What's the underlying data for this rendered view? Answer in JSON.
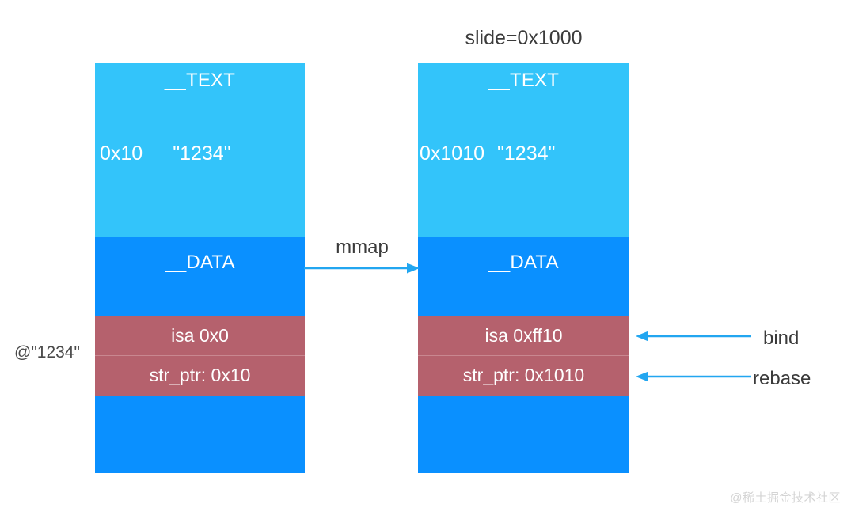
{
  "diagram": {
    "slide_label": "slide=0x1000",
    "mmap_label": "mmap",
    "at_string_label": "@\"1234\"",
    "watermark": "@稀土掘金技术社区",
    "colors": {
      "text_segment": "#33C4FA",
      "data_segment": "#0A90FF",
      "object_band": "#B5616D",
      "arrow": "#22A6F0",
      "label_text": "#3b3b3b",
      "background": "#ffffff"
    },
    "blocks": [
      {
        "id": "before-mmap",
        "text_segment": {
          "title": "__TEXT",
          "address": "0x10",
          "literal": "\"1234\""
        },
        "data_segment": {
          "title": "__DATA"
        },
        "object_rows": [
          {
            "id": "isa",
            "label": "isa 0x0"
          },
          {
            "id": "str_ptr",
            "label": "str_ptr: 0x10"
          }
        ]
      },
      {
        "id": "after-mmap",
        "text_segment": {
          "title": "__TEXT",
          "address": "0x1010",
          "literal": "\"1234\""
        },
        "data_segment": {
          "title": "__DATA"
        },
        "object_rows": [
          {
            "id": "isa",
            "label": "isa 0xff10"
          },
          {
            "id": "str_ptr",
            "label": "str_ptr: 0x1010"
          }
        ]
      }
    ],
    "annotations": [
      {
        "id": "bind",
        "label": "bind"
      },
      {
        "id": "rebase",
        "label": "rebase"
      }
    ]
  }
}
